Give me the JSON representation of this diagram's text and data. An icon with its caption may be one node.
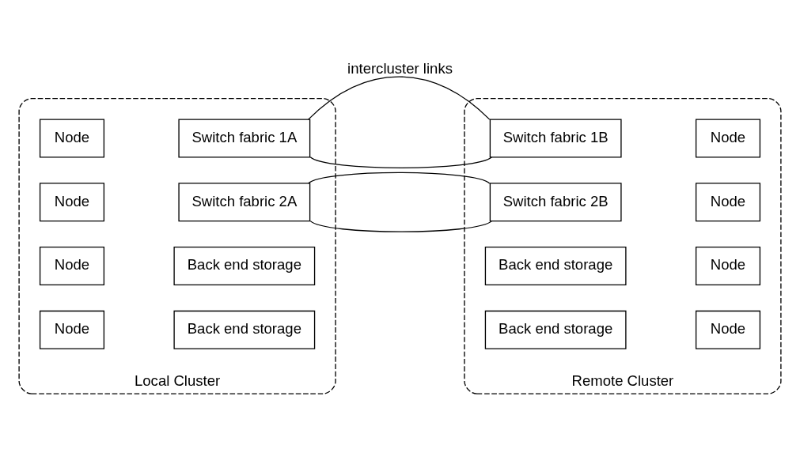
{
  "diagram": {
    "nodes": [
      {
        "text": [
          "Local Cluster"
        ]
      },
      {
        "text": [
          "Node"
        ],
        "in": 0
      },
      {
        "text": [
          "Node"
        ],
        "in": 0
      },
      {
        "text": [
          "Node"
        ],
        "in": 0
      },
      {
        "text": [
          "Node"
        ],
        "in": 0
      },
      {
        "text": [
          "Switch fabric 1A"
        ],
        "in": 0
      },
      {
        "text": [
          "Switch fabric 2A"
        ],
        "in": 0
      },
      {
        "text": [
          "Back end storage"
        ],
        "in": 0
      },
      {
        "text": [
          "Back end storage"
        ],
        "in": 0
      },
      {
        "text": [
          "Remote Cluster"
        ]
      },
      {
        "text": [
          "Node"
        ],
        "in": 9
      },
      {
        "text": [
          "Switch fabric 1B"
        ],
        "in": 9
      },
      {
        "text": [
          "Node"
        ],
        "in": 9
      },
      {
        "text": [
          "Node"
        ],
        "in": 9
      },
      {
        "text": [
          "Switch fabric 2B"
        ],
        "in": 9
      },
      {
        "text": [
          "Node"
        ],
        "in": 9
      },
      {
        "text": [
          "Back end storage"
        ],
        "in": 9
      },
      {
        "text": [
          "Back end storage"
        ],
        "in": 9
      }
    ],
    "edges": [
      {
        "from": 5,
        "to": 11,
        "arrow": "none",
        "label": "intercluster links"
      },
      {
        "from": 5,
        "to": 11,
        "arrow": "none"
      },
      {
        "from": 6,
        "to": 14,
        "arrow": "none"
      },
      {
        "from": 6,
        "to": 14,
        "arrow": "none"
      }
    ]
  }
}
